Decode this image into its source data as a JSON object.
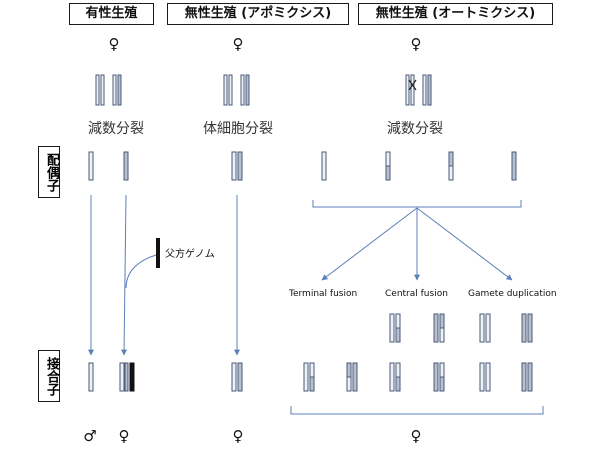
{
  "headers": {
    "sexual": "有性生殖",
    "apomixis": "無性生殖 (アポミクシス)",
    "automixis": "無性生殖 (オートミクシス)"
  },
  "symbols": {
    "female": "♀",
    "male": "♂"
  },
  "process_labels": {
    "meiosis": "減数分裂",
    "mitosis": "体細胞分裂"
  },
  "side_labels": {
    "gamete": "配偶子",
    "zygote": "接合子"
  },
  "paternal_genome": "父方ゲノム",
  "fusion_types": {
    "terminal": "Terminal fusion",
    "central": "Central fusion",
    "gamete_dup": "Gamete duplication"
  },
  "colors": {
    "arrow": "#5b7fb8",
    "chrom_fill": "#eef1f6",
    "chrom_shade": "#b7c0cf",
    "paternal": "#111111"
  }
}
